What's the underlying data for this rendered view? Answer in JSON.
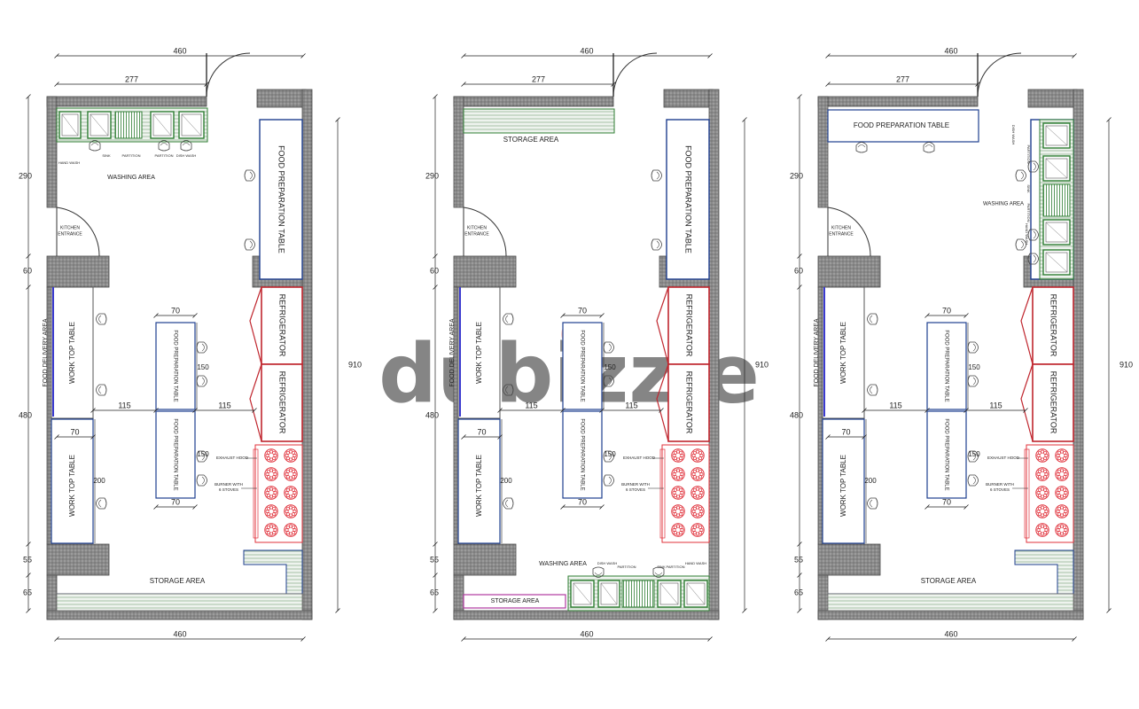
{
  "watermark": {
    "text": "dubizzle",
    "color": "#d9d9d9",
    "accent": "#e8553b"
  },
  "colors": {
    "wall": "#777777",
    "wall_dark": "#4a4a4a",
    "table": "#1f3f8f",
    "refrigerator": "#c0262e",
    "stove": "#e0303a",
    "sink": "#2e7d32",
    "storage_pink": "#b03aa0",
    "delivery_line": "#3b3bd0",
    "dimension": "#222222"
  },
  "plans": [
    {
      "id": "plan-1",
      "dims": {
        "top_total": "460",
        "top_partial": "277",
        "bottom_total": "460",
        "right_total": "910",
        "left_a": "290",
        "left_b": "60",
        "left_c": "480",
        "left_d": "55",
        "left_e": "65",
        "gap_left": "115",
        "gap_right": "115",
        "table_w_top": "70",
        "table_w_bottom": "70",
        "table_h_top": "150",
        "table_h_bottom": "150",
        "worktop_w": "70",
        "worktop_h": "200"
      },
      "labels": {
        "food_prep_table": "FOOD PREPARATION TABLE",
        "refrigerator_1": "REFRIGERATOR",
        "refrigerator_2": "REFRIGERATOR",
        "work_top_table_1": "WORK TOP TABLE",
        "work_top_table_2": "WORK TOP TABLE",
        "food_delivery_area": "FOOD DELIVERY AREA",
        "center_prep_1": "FOOD PREPARATION TABLE",
        "center_prep_2": "FOOD PREPARATION TABLE",
        "exhaust_hood": "EXHAUST HOOD",
        "burner": "BURNER WITH 6 STOVES",
        "kitchen_entrance": "KITCHEN ENTRANCE",
        "washing_area": "WASHING AREA",
        "storage_area": "STORAGE AREA",
        "hand_wash": "HAND WASH",
        "sink": "SINK",
        "partition_1": "PARTITION",
        "partition_2": "PARTITION",
        "dish_wash": "DISH WASH"
      }
    },
    {
      "id": "plan-2",
      "dims": {
        "top_total": "460",
        "top_partial": "277",
        "bottom_total": "460",
        "right_total": "910",
        "left_a": "290",
        "left_b": "60",
        "left_c": "480",
        "left_d": "55",
        "left_e": "65",
        "gap_left": "115",
        "gap_right": "115",
        "table_w_top": "70",
        "table_w_bottom": "70",
        "table_h_top": "150",
        "table_h_bottom": "150",
        "worktop_w": "70",
        "worktop_h": "200"
      },
      "labels": {
        "food_prep_table": "FOOD PREPARATION TABLE",
        "refrigerator_1": "REFRIGERATOR",
        "refrigerator_2": "REFRIGERATOR",
        "work_top_table_1": "WORK TOP TABLE",
        "work_top_table_2": "WORK TOP TABLE",
        "food_delivery_area": "FOOD DELIVERY AREA",
        "center_prep_1": "FOOD PREPARATION TABLE",
        "center_prep_2": "FOOD PREPARATION TABLE",
        "exhaust_hood": "EXHAUST HOOD",
        "burner": "BURNER WITH 6 STOVES",
        "kitchen_entrance": "KITCHEN ENTRANCE",
        "storage_area_top": "STORAGE AREA",
        "washing_area": "WASHING AREA",
        "storage_area_bottom": "STORAGE AREA",
        "dish_wash": "DISH WASH",
        "partition_1": "PARTITION",
        "sink": "SINK",
        "partition_2": "PARTITION",
        "hand_wash": "HAND WASH"
      }
    },
    {
      "id": "plan-3",
      "dims": {
        "top_total": "460",
        "top_partial": "277",
        "bottom_total": "460",
        "right_total": "910",
        "left_a": "290",
        "left_b": "60",
        "left_c": "480",
        "left_d": "55",
        "left_e": "65",
        "gap_left": "115",
        "gap_right": "115",
        "table_w_top": "70",
        "table_w_bottom": "70",
        "table_h_top": "150",
        "table_h_bottom": "150",
        "worktop_w": "70",
        "worktop_h": "200"
      },
      "labels": {
        "food_prep_table": "FOOD PREPARATION TABLE",
        "refrigerator_1": "REFRIGERATOR",
        "refrigerator_2": "REFRIGERATOR",
        "work_top_table_1": "WORK TOP TABLE",
        "work_top_table_2": "WORK TOP TABLE",
        "food_delivery_area": "FOOD DELIVERY AREA",
        "center_prep_1": "FOOD PREPARATION TABLE",
        "center_prep_2": "FOOD PREPARATION TABLE",
        "exhaust_hood": "EXHAUST HOOD",
        "burner": "BURNER WITH 6 STOVES",
        "kitchen_entrance": "KITCHEN ENTRANCE",
        "storage_area": "STORAGE AREA",
        "washing_area": "WASHING AREA",
        "dish_wash": "DISH WASH",
        "partition_1": "PARTITION",
        "sink": "SINK",
        "partition_2": "PARTITION",
        "hand_wash": "HAND WASH"
      }
    }
  ]
}
